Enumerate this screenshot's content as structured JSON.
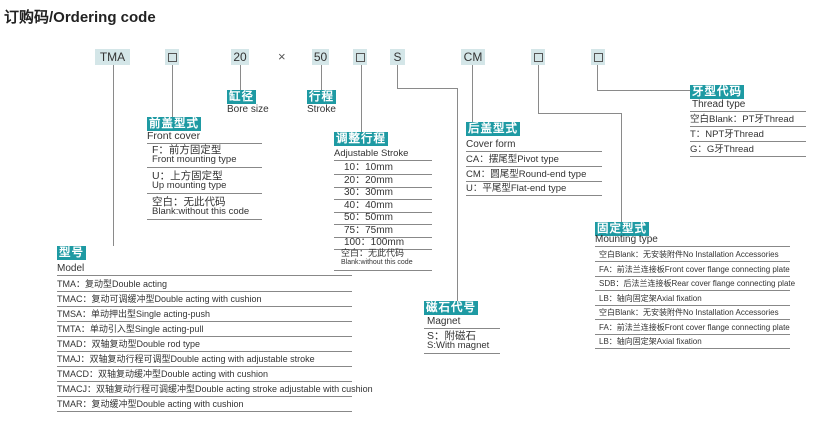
{
  "title": "订购码/Ordering code",
  "code": {
    "model": "TMA",
    "front": "□",
    "bore": "20",
    "times": "×",
    "stroke": "50",
    "adj": "□",
    "magnet": "S",
    "cover": "CM",
    "mount": "□",
    "thread": "□"
  },
  "bore": {
    "zh": "缸径",
    "en": "Bore size"
  },
  "stroke": {
    "zh": "行程",
    "en": "Stroke"
  },
  "front": {
    "zh": "前盖型式",
    "en": "Front  cover",
    "items": [
      {
        "zh": "F：前方固定型",
        "en": "Front mounting type"
      },
      {
        "zh": "U：上方固定型",
        "en": "Up mounting type"
      },
      {
        "zh": "空白：无此代码",
        "en": "Blank:without this code"
      }
    ]
  },
  "adjustable": {
    "zh": "调整行程",
    "en": "Adjustable Stroke",
    "items": [
      "10：10mm",
      "20：20mm",
      "30：30mm",
      "40：40mm",
      "50：50mm",
      "75：75mm",
      "100：100mm"
    ],
    "blank_zh": "空白：无此代码",
    "blank_en": "Blank:without this code"
  },
  "model": {
    "zh": "型号",
    "en": "Model",
    "items": [
      "TMA：复动型Double acting",
      "TMAC：复动可调缓冲型Double acting with cushion",
      "TMSA：单动押出型Single acting-push",
      "TMTA：单动引入型Single acting-pull",
      "TMAD：双轴复动型Double rod type",
      "TMAJ：双轴复动行程可调型Double acting with adjustable stroke",
      "TMACD：双轴复动缓冲型Double acting with cushion",
      "TMACJ：双轴复动行程可调缓冲型Double acting stroke adjustable with cushion",
      "TMAR：复动缓冲型Double acting with cushion"
    ]
  },
  "magnet": {
    "zh": "磁石代号",
    "en": "Magnet",
    "item_zh": "S：附磁石",
    "item_en": "S:With magnet"
  },
  "cover": {
    "zh": "后盖型式",
    "en": "Cover form",
    "items": [
      "CA：摆尾型Pivot type",
      "CM：圆尾型Round-end type",
      "U：平尾型Flat-end type"
    ]
  },
  "mounting": {
    "zh": "固定型式",
    "en": "Mounting type",
    "items": [
      "空白Blank：无安装附件No Installation Accessories",
      "FA：前法兰连接板Front cover flange connecting plate",
      "SDB：后法兰连接板Rear cover flange connecting plate",
      "LB：轴向固定架Axial fixation",
      "空白Blank：无安装附件No Installation Accessories",
      "FA：前法兰连接板Front cover flange connecting plate",
      "LB：轴向固定架Axial fixation"
    ]
  },
  "thread": {
    "zh": "牙型代码",
    "en": "Thread type",
    "items": [
      "空白Blank：PT牙Thread",
      "T：NPT牙Thread",
      "G：G牙Thread"
    ]
  },
  "colors": {
    "accent": "#1e9aa3",
    "code_bg": "#d4e6e8",
    "line": "#8a8a8a"
  }
}
